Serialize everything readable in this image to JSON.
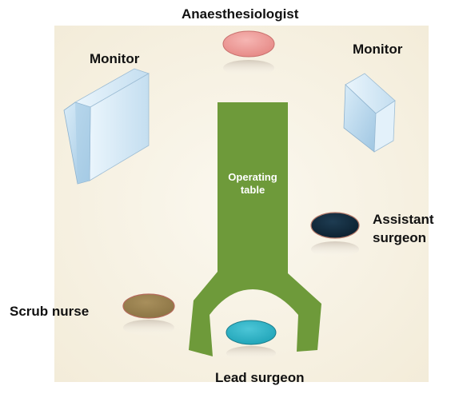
{
  "diagram": {
    "labels": {
      "anaesthesiologist": "Anaesthesiologist",
      "monitor_left": "Monitor",
      "monitor_right": "Monitor",
      "operating_table_line1": "Operating",
      "operating_table_line2": "table",
      "assistant_line1": "Assistant",
      "assistant_line2": "surgeon",
      "scrub_nurse": "Scrub nurse",
      "lead_surgeon": "Lead surgeon"
    },
    "colors": {
      "room_floor": "#f8f3e6",
      "operating_table": "#6e9a3a",
      "monitor_face": "#b9d7ec",
      "monitor_side": "#d6e9f6",
      "anaesthesiologist": "#ef9a98",
      "assistant_surgeon": "#0f2a3d",
      "scrub_nurse": "#98804e",
      "lead_surgeon": "#2bb5c9"
    }
  }
}
